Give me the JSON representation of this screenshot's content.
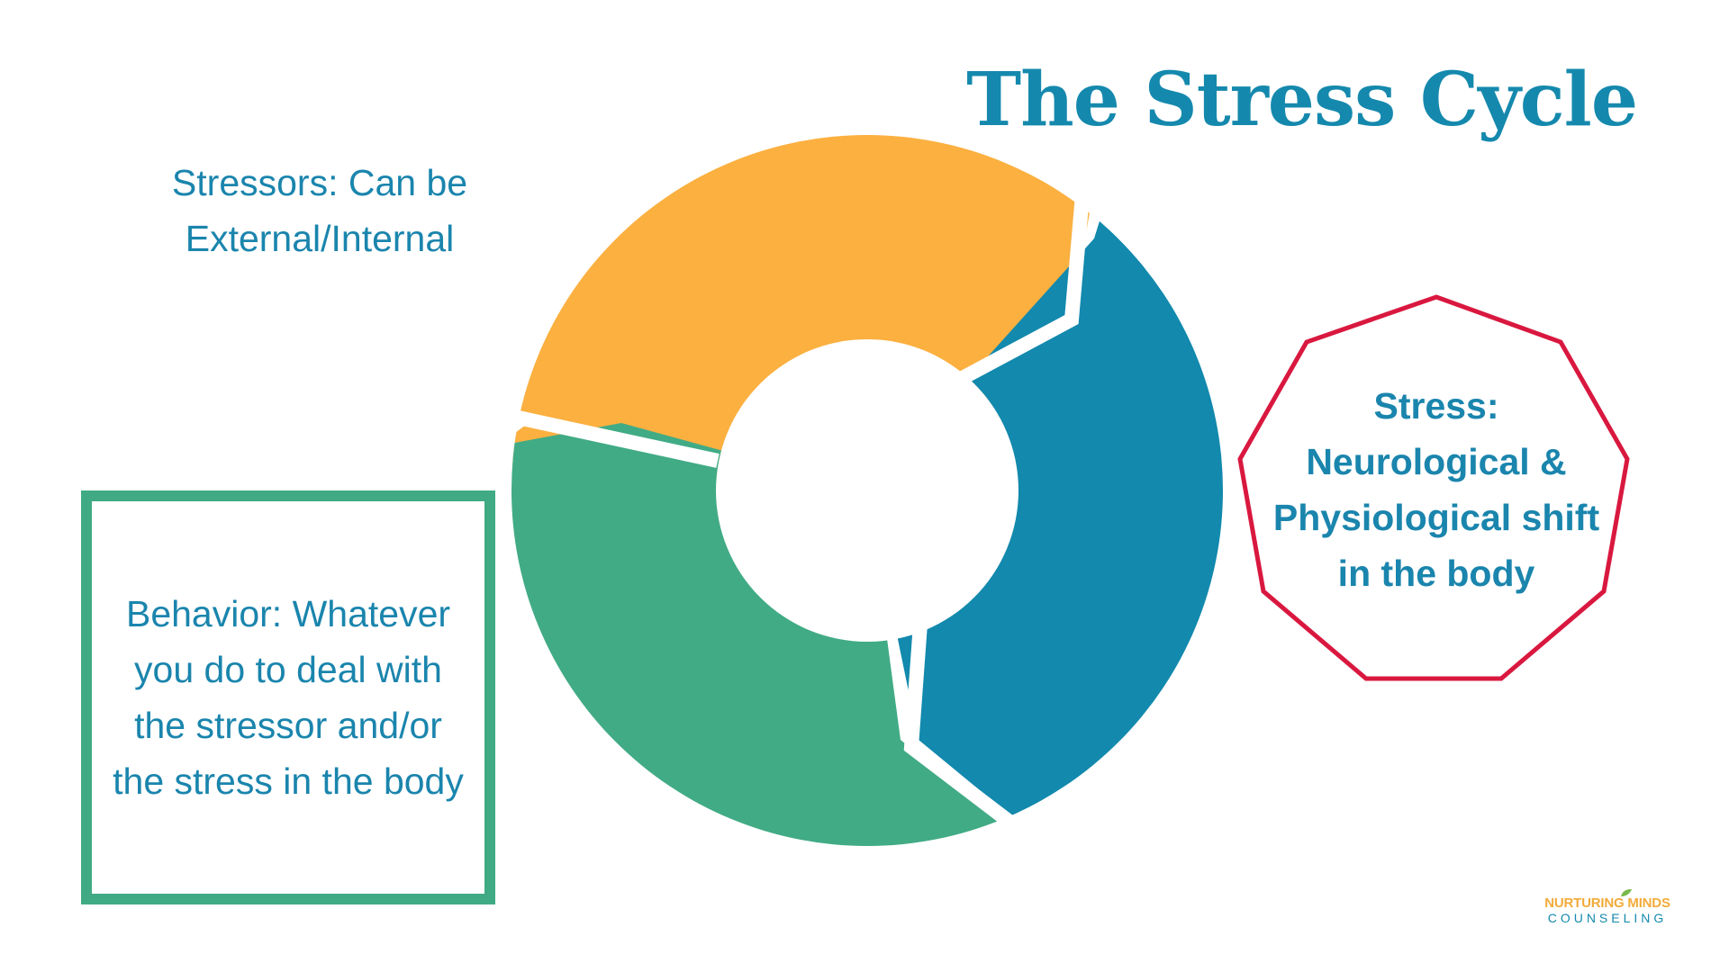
{
  "title": "The Stress Cycle",
  "stressors": {
    "text": "Stressors: Can be External/Internal"
  },
  "behavior": {
    "text": "Behavior: Whatever you do to deal with the stressor and/or the stress in the body"
  },
  "stress": {
    "text": "Stress: Neurological & Physiological shift in the body"
  },
  "logo": {
    "top": "NURTURING MINDS",
    "bottom": "COUNSELING"
  },
  "colors": {
    "title": "#1589ad",
    "text": "#1a85ad",
    "orange": "#fbb040",
    "blue": "#1289ad",
    "green": "#41ab85",
    "red": "#d9183f"
  }
}
